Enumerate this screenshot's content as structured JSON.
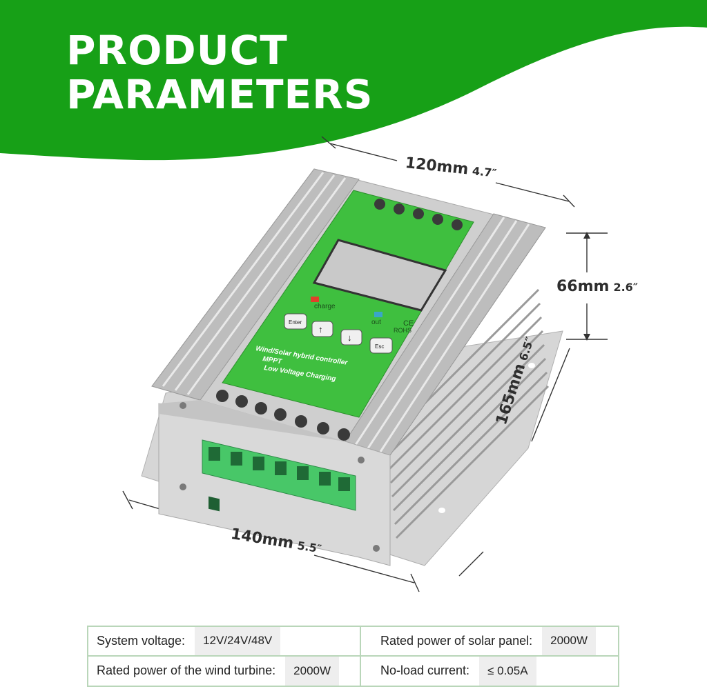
{
  "banner": {
    "title_line_1": "PRODUCT",
    "title_line_2": "PARAMETERS",
    "color": "#17a017"
  },
  "dimensions": {
    "width": {
      "mm": "120mm",
      "inch": "4.7″"
    },
    "height": {
      "mm": "66mm",
      "inch": "2.6″"
    },
    "depth": {
      "mm": "165mm",
      "inch": "6.5″"
    },
    "length": {
      "mm": "140mm",
      "inch": "5.5″"
    }
  },
  "device": {
    "label_charge": "charge",
    "label_out": "out",
    "label_ce": "CE",
    "label_rohs": "ROHS",
    "button_enter": "Enter",
    "button_up": "↑",
    "button_down": "↓",
    "button_esc": "Esc",
    "text_line_1": "Wind/Solar hybrid controller",
    "text_line_2": "MPPT",
    "text_line_3": "Low Voltage Charging",
    "panel_color": "#3fbf3f",
    "terminal_color": "#48c768"
  },
  "specs": [
    {
      "label": "System voltage:",
      "value": "12V/24V/48V"
    },
    {
      "label": "Rated power of solar panel:",
      "value": "2000W"
    },
    {
      "label": "Rated power of the wind turbine:",
      "value": "2000W"
    },
    {
      "label": "No-load current:",
      "value": "≤ 0.05A"
    }
  ]
}
